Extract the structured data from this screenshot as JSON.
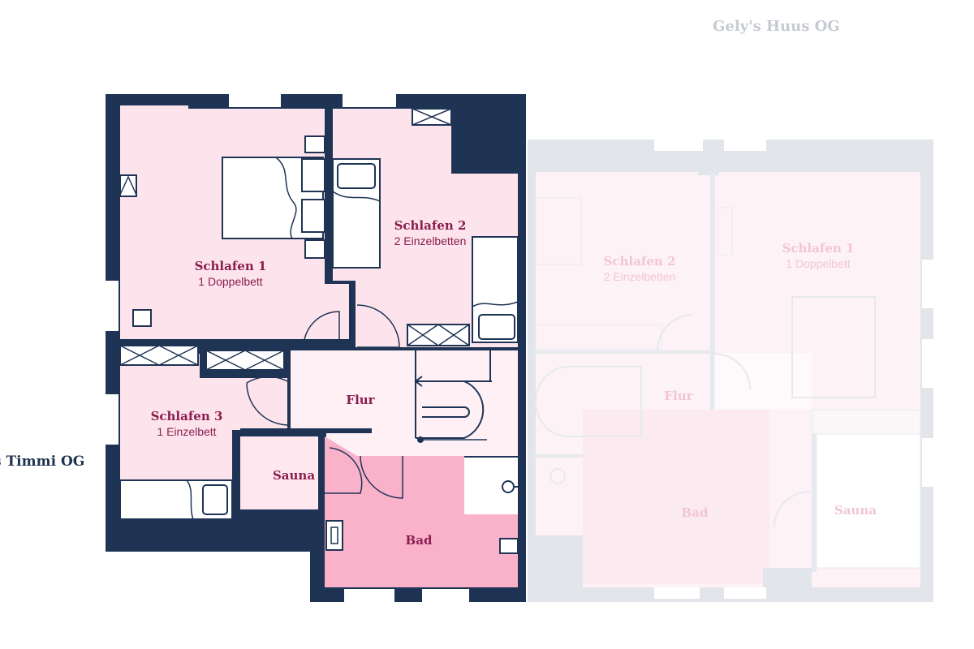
{
  "floors": {
    "left_name": "Haus Timmi OG",
    "left_name_visible": "s Timmi OG",
    "right_name": "Gely's Huus OG"
  },
  "apartment_main": {
    "rooms": {
      "bedroom1": {
        "name": "Schlafen 1",
        "beds": "1 Doppelbett"
      },
      "bedroom2": {
        "name": "Schlafen 2",
        "beds": "2 Einzelbetten"
      },
      "bedroom3": {
        "name": "Schlafen 3",
        "beds": "1 Einzelbett"
      },
      "hall": {
        "name": "Flur"
      },
      "sauna": {
        "name": "Sauna"
      },
      "bath": {
        "name": "Bad"
      }
    }
  },
  "apartment_ghost": {
    "rooms": {
      "bedroom1": {
        "name": "Schlafen 1",
        "beds": "1 Doppelbett"
      },
      "bedroom2": {
        "name": "Schlafen 2",
        "beds": "2 Einzelbetten"
      },
      "hall": {
        "name": "Flur"
      },
      "bath": {
        "name": "Bad"
      },
      "sauna": {
        "name": "Sauna"
      }
    }
  },
  "colors": {
    "wall": "#1f3455",
    "room_fill": "#fde4ec",
    "hall_fill": "#fff0f5",
    "bath_fill": "#f9b2ca",
    "ghost_wall": "#e2e5ea",
    "ghost_fill": "#fdf2f6",
    "room_text": "#8a1d4e"
  }
}
